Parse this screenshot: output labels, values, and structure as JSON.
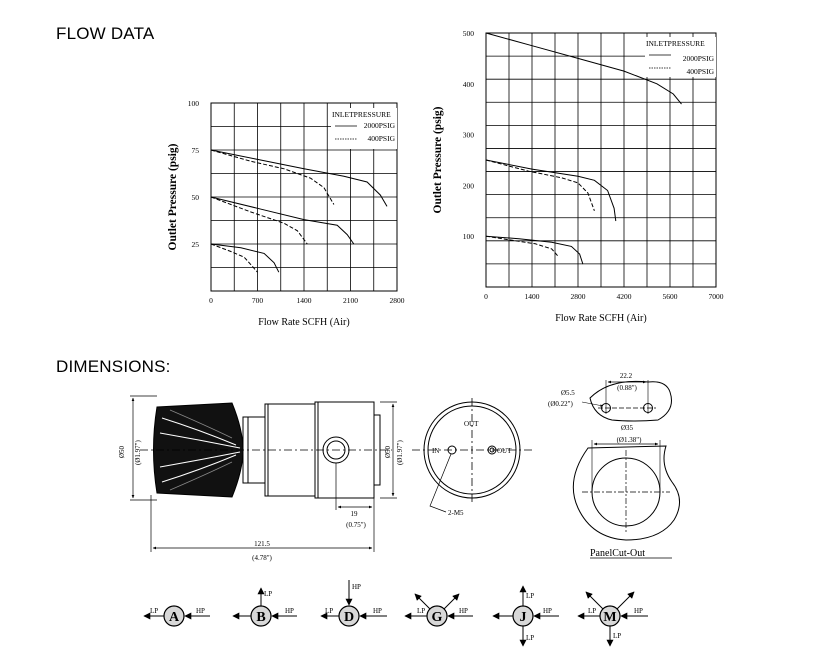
{
  "headings": {
    "flow": "FLOW DATA",
    "dimensions": "DIMENSIONS:"
  },
  "chart_data": [
    {
      "type": "line",
      "xlabel": "Flow Rate SCFH  (Air)",
      "ylabel": "Outlet Pressure (psig)",
      "xlim": [
        0,
        2800
      ],
      "ylim": [
        0,
        100
      ],
      "x_ticks": [
        0,
        700,
        1400,
        2100,
        2800
      ],
      "y_ticks": [
        25,
        50,
        75,
        100
      ],
      "grid": true,
      "legend": {
        "title": "INLETPRESSURE",
        "placement": "top-right"
      },
      "series": [
        {
          "name": "2000PSIG",
          "style": "solid",
          "lines": [
            [
              [
                0,
                75
              ],
              [
                700,
                70
              ],
              [
                1400,
                65
              ],
              [
                2000,
                61
              ],
              [
                2350,
                58
              ],
              [
                2550,
                51
              ],
              [
                2650,
                45
              ]
            ],
            [
              [
                0,
                50
              ],
              [
                700,
                44
              ],
              [
                1400,
                38
              ],
              [
                1900,
                35
              ],
              [
                2050,
                30
              ],
              [
                2150,
                25
              ]
            ],
            [
              [
                0,
                25
              ],
              [
                450,
                23
              ],
              [
                800,
                20
              ],
              [
                950,
                15
              ],
              [
                1020,
                10
              ]
            ]
          ]
        },
        {
          "name": "400PSIG",
          "style": "dashed",
          "lines": [
            [
              [
                0,
                75
              ],
              [
                600,
                69
              ],
              [
                1100,
                65
              ],
              [
                1500,
                60
              ],
              [
                1700,
                55
              ],
              [
                1850,
                46
              ]
            ],
            [
              [
                0,
                50
              ],
              [
                600,
                42
              ],
              [
                1100,
                36
              ],
              [
                1300,
                32
              ],
              [
                1450,
                25
              ]
            ],
            [
              [
                0,
                25
              ],
              [
                300,
                21
              ],
              [
                500,
                18
              ],
              [
                600,
                14
              ],
              [
                700,
                10
              ]
            ]
          ]
        }
      ]
    },
    {
      "type": "line",
      "xlabel": "Flow Rate SCFH  (Air)",
      "ylabel": "Outlet Pressure (psig)",
      "xlim": [
        0,
        7000
      ],
      "ylim": [
        0,
        500
      ],
      "x_ticks": [
        0,
        1400,
        2800,
        4200,
        5600,
        7000
      ],
      "y_ticks": [
        100,
        200,
        300,
        400,
        500
      ],
      "grid": true,
      "legend": {
        "title": "INLETPRESSURE",
        "placement": "top-right"
      },
      "series": [
        {
          "name": "2000PSIG",
          "style": "solid",
          "lines": [
            [
              [
                0,
                500
              ],
              [
                1400,
                475
              ],
              [
                2800,
                450
              ],
              [
                4200,
                425
              ],
              [
                5200,
                400
              ],
              [
                5700,
                380
              ],
              [
                5950,
                360
              ]
            ],
            [
              [
                0,
                250
              ],
              [
                1400,
                232
              ],
              [
                2800,
                218
              ],
              [
                3300,
                210
              ],
              [
                3700,
                190
              ],
              [
                3900,
                155
              ],
              [
                3950,
                130
              ]
            ],
            [
              [
                0,
                100
              ],
              [
                1000,
                95
              ],
              [
                2000,
                88
              ],
              [
                2600,
                80
              ],
              [
                2850,
                65
              ],
              [
                2950,
                45
              ]
            ]
          ]
        },
        {
          "name": "400PSIG",
          "style": "dashed",
          "lines": [
            [
              [
                0,
                250
              ],
              [
                1300,
                228
              ],
              [
                2300,
                215
              ],
              [
                2800,
                205
              ],
              [
                3100,
                185
              ],
              [
                3300,
                150
              ]
            ],
            [
              [
                0,
                100
              ],
              [
                800,
                92
              ],
              [
                1500,
                85
              ],
              [
                2000,
                75
              ],
              [
                2200,
                60
              ]
            ]
          ]
        }
      ]
    }
  ],
  "dimensions": {
    "dia_left": "Ø50",
    "dia_left_in": "(Ø1.97\")",
    "dia_right": "Ø50",
    "dia_right_in": "(Ø1.97\")",
    "offset_mm": "19",
    "offset_in": "(0.75\")",
    "length_mm": "121.5",
    "length_in": "(4.78\")",
    "thread": "2-M5",
    "port_out": "OUT",
    "port_in": "IN",
    "port_out_side": "OUT",
    "hole_dia": "Ø5.5",
    "hole_dia_in": "(Ø0.22\")",
    "hole_spacing": "22.2",
    "hole_spacing_in": "(0.88\")",
    "cutout_dia": "Ø35",
    "cutout_dia_in": "(Ø1.38\")",
    "panel_label": "PanelCut-Out"
  },
  "port_configs": [
    {
      "letter": "A",
      "lp": "LP",
      "hp": "HP"
    },
    {
      "letter": "B",
      "lp": "LP",
      "hp": "HP"
    },
    {
      "letter": "D",
      "lp": "LP",
      "hp": "HP",
      "hp2": "HP"
    },
    {
      "letter": "G",
      "lp": "LP",
      "hp": "HP"
    },
    {
      "letter": "J",
      "lp": "LP",
      "hp": "HP",
      "lp2": "LP"
    },
    {
      "letter": "M",
      "lp": "LP",
      "hp": "HP",
      "lp2": "LP"
    }
  ]
}
